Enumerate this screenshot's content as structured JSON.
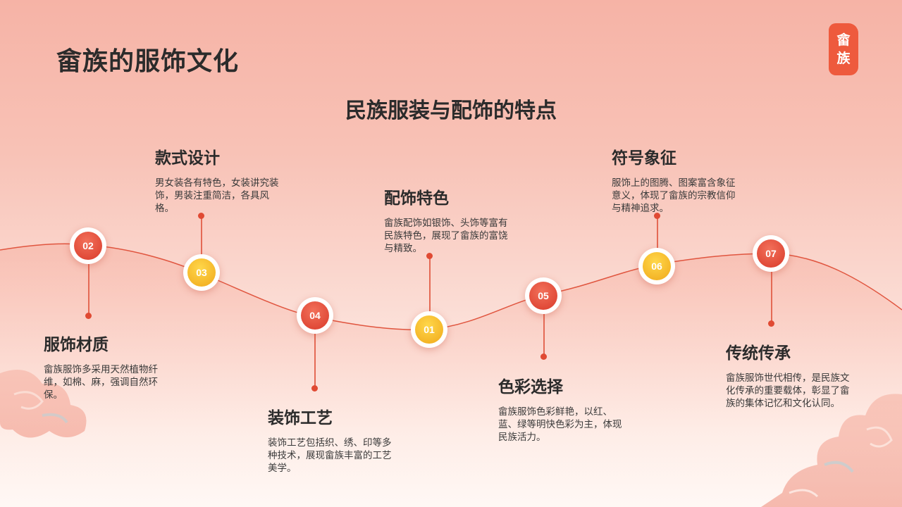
{
  "header": {
    "title": "畲族的服饰文化",
    "subtitle": "民族服装与配饰的特点",
    "logo_chars": [
      "畲",
      "族"
    ]
  },
  "colors": {
    "accent_red": "#e04a33",
    "accent_yellow": "#f5b820",
    "logo_bg": "#ee5a3d"
  },
  "timeline": [
    {
      "num": "01",
      "title": "配饰特色",
      "desc": "畲族配饰如银饰、头饰等富有民族特色，展现了畲族的富饶与精致。"
    },
    {
      "num": "02",
      "title": "服饰材质",
      "desc": "畲族服饰多采用天然植物纤维，如棉、麻，强调自然环保。"
    },
    {
      "num": "03",
      "title": "款式设计",
      "desc": "男女装各有特色，女装讲究装饰，男装注重简洁，各具风格。"
    },
    {
      "num": "04",
      "title": "装饰工艺",
      "desc": "装饰工艺包括织、绣、印等多种技术，展现畲族丰富的工艺美学。"
    },
    {
      "num": "05",
      "title": "色彩选择",
      "desc": "畲族服饰色彩鲜艳，以红、蓝、绿等明快色彩为主，体现民族活力。"
    },
    {
      "num": "06",
      "title": "符号象征",
      "desc": "服饰上的图腾、图案富含象征意义，体现了畲族的宗教信仰与精神追求。"
    },
    {
      "num": "07",
      "title": "传统传承",
      "desc": "畲族服饰世代相传，是民族文化传承的重要载体，彰显了畲族的集体记忆和文化认同。"
    }
  ]
}
